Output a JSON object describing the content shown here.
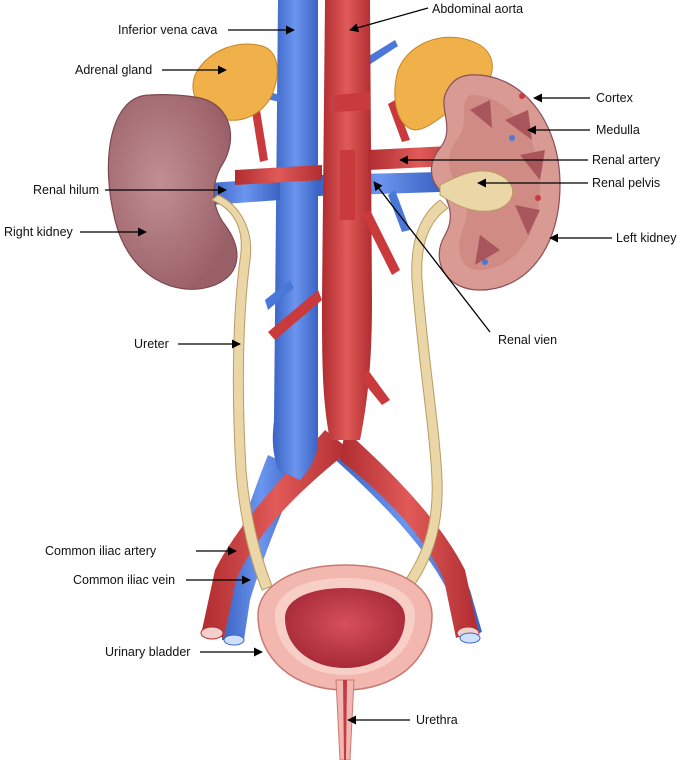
{
  "labels": {
    "inferior_vena_cava": "Inferior vena cava",
    "abdominal_aorta": "Abdominal aorta",
    "adrenal_gland": "Adrenal gland",
    "cortex": "Cortex",
    "medulla": "Medulla",
    "renal_artery": "Renal artery",
    "renal_pelvis": "Renal pelvis",
    "renal_hilum": "Renal hilum",
    "right_kidney": "Right kidney",
    "left_kidney": "Left kidney",
    "ureter": "Ureter",
    "renal_vein": "Renal vien",
    "common_iliac_artery": "Common iliac artery",
    "common_iliac_vein": "Common iliac vein",
    "urinary_bladder": "Urinary bladder",
    "urethra": "Urethra"
  },
  "colors": {
    "vein_blue": "#4a78d8",
    "artery_red": "#c93a3c",
    "kidney_brown": "#b07a80",
    "kidney_cortex": "#d99a93",
    "adrenal_orange": "#f0b04a",
    "ureter_tan": "#ead6a6",
    "bladder_pink": "#f2b7ae",
    "bladder_inner": "#c23b4a"
  }
}
